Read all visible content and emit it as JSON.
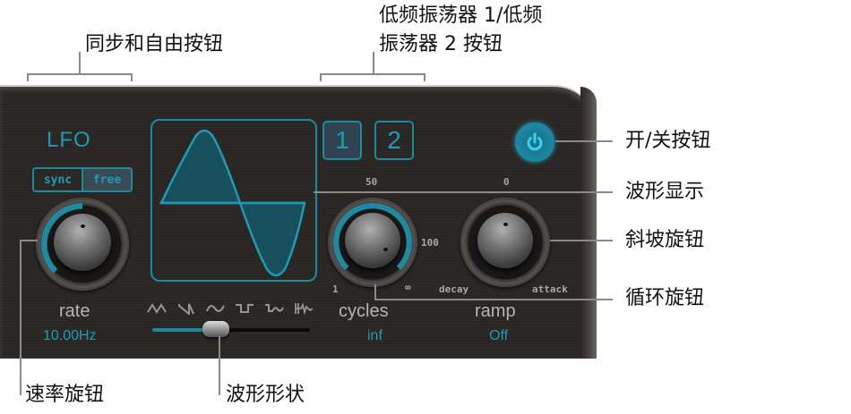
{
  "callouts": {
    "sync_free": "同步和自由按钮",
    "lfo_buttons_line1": "低频振荡器 1/低频",
    "lfo_buttons_line2": "振荡器 2 按钮",
    "power": "开/关按钮",
    "waveform_display": "波形显示",
    "ramp_knob": "斜坡旋钮",
    "cycles_knob": "循环旋钮",
    "rate_knob": "速率旋钮",
    "wave_shape": "波形形状"
  },
  "lfo": {
    "title": "LFO",
    "sync_label": "sync",
    "free_label": "free",
    "mode_selected": "free",
    "rate": {
      "label": "rate",
      "value": "10.00Hz"
    },
    "lfo_buttons": [
      {
        "label": "1",
        "active": true
      },
      {
        "label": "2",
        "active": false
      }
    ],
    "power": {
      "state": "on",
      "icon": "power-icon"
    },
    "waveform": {
      "selected": "sine",
      "shapes": [
        "triangle",
        "sawtooth",
        "sine",
        "square",
        "sample-hold-smooth",
        "random"
      ]
    },
    "cycles": {
      "label": "cycles",
      "value": "inf",
      "tick_top": "50",
      "tick_right": "100",
      "tick_min": "1",
      "tick_max": "∞"
    },
    "ramp": {
      "label": "ramp",
      "value": "Off",
      "tick_top": "0",
      "tick_left": "decay",
      "tick_right": "attack"
    }
  },
  "colors": {
    "accent": "#1e9bb4",
    "panel": "#2a2624",
    "label": "#b8b4b0"
  }
}
